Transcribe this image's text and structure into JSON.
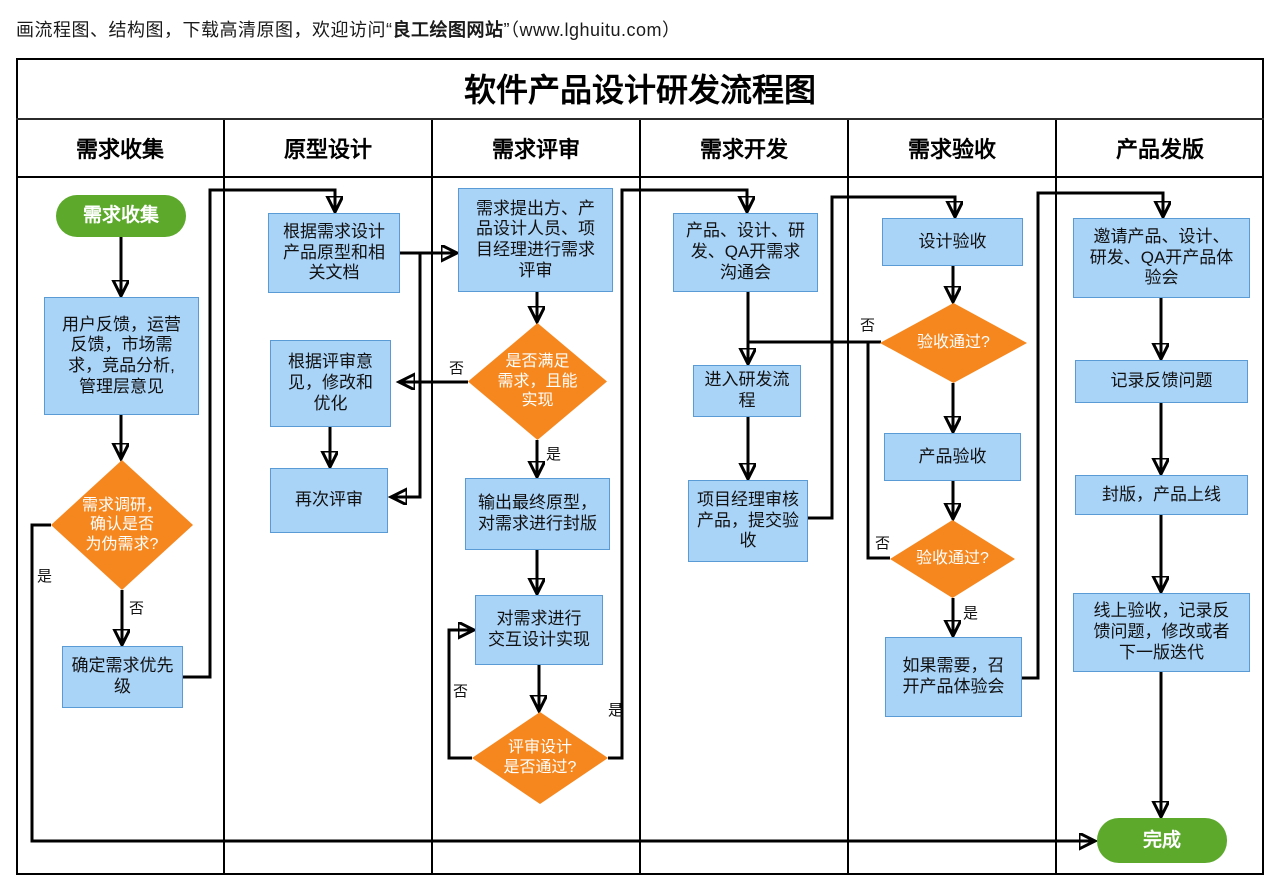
{
  "banner": {
    "prefix": "画流程图、结构图，下载高清原图，欢迎访问“",
    "brand": "良工绘图网站",
    "suffix": "”（www.lghuitu.com）"
  },
  "title": "软件产品设计研发流程图",
  "lanes": [
    "需求收集",
    "原型设计",
    "需求评审",
    "需求开发",
    "需求验收",
    "产品发版"
  ],
  "nodes": {
    "start": "需求收集",
    "collect_sources": "用户反馈，运营\n反馈，市场需\n求，竞品分析,\n管理层意见",
    "research": "需求调研，\n确认是否\n为伪需求?",
    "priority": "确定需求优先\n级",
    "design_prototype": "根据需求设计\n产品原型和相\n关文档",
    "revise": "根据评审意\n见，修改和\n优化",
    "re_review": "再次评审",
    "review_meeting": "需求提出方、产\n品设计人员、项\n目经理进行需求\n评审",
    "satisfy": "是否满足\n需求，且能\n实现",
    "finalize": "输出最终原型，\n对需求进行封版",
    "interaction": "对需求进行\n交互设计实现",
    "design_pass": "评审设计\n是否通过?",
    "kickoff": "产品、设计、研\n发、QA开需求\n沟通会",
    "develop": "进入研发流\n程",
    "pm_review": "项目经理审核\n产品，提交验\n收",
    "design_accept": "设计验收",
    "accept_pass_1": "验收通过?",
    "product_accept": "产品验收",
    "accept_pass_2": "验收通过?",
    "experience_meeting": "如果需要，召\n开产品体验会",
    "invite": "邀请产品、设计、\n研发、QA开产品体\n验会",
    "record_feedback": "记录反馈问题",
    "seal_release": "封版，产品上线",
    "online_accept": "线上验收，记录反\n馈问题，修改或者\n下一版迭代",
    "done": "完成"
  },
  "labels": {
    "yes": "是",
    "no": "否"
  },
  "colors": {
    "process_fill": "#A9D3F7",
    "process_border": "#5B9BD5",
    "decision_fill": "#F6871E",
    "terminal_fill": "#5CA92C",
    "connector": "#000000"
  }
}
